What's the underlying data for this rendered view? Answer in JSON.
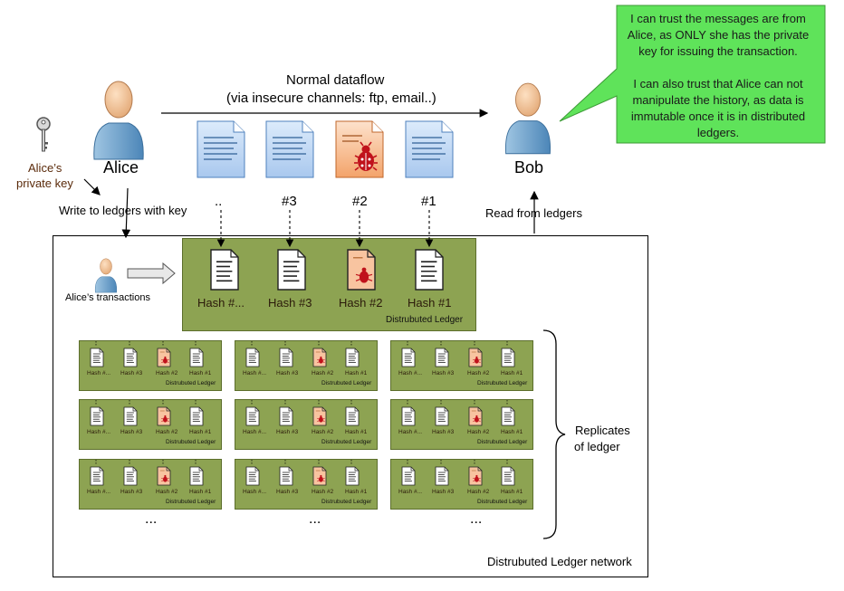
{
  "callout": {
    "line1": "I can trust the messages are from Alice, as ONLY she has the private key for issuing the transaction.",
    "line2": "I can also trust that Alice can not manipulate the history, as data is immutable once it is in distributed ledgers."
  },
  "flow": {
    "title": "Normal dataflow",
    "subtitle": "(via insecure channels: ftp, email..)"
  },
  "actors": {
    "alice": "Alice",
    "bob": "Bob",
    "private_key_line1": "Alice’s",
    "private_key_line2": "private key",
    "write_label": "Write to ledgers with key",
    "read_label": "Read from ledgers",
    "transactions_label": "Alice’s transactions"
  },
  "messages": {
    "labels": [
      "..",
      "#3",
      "#2",
      "#1"
    ]
  },
  "ledger": {
    "hashes": [
      "Hash #...",
      "Hash #3",
      "Hash #2",
      "Hash #1"
    ],
    "name": "Distrubuted Ledger",
    "ellipsis": "..."
  },
  "replicates": {
    "line1": "Replicates",
    "line2": "of ledger"
  },
  "network": {
    "label": "Distrubuted Ledger network"
  },
  "colors": {
    "callout_fill": "#5fe35a",
    "ledger_fill": "#8da352",
    "doc_blue": "#bcd6f3",
    "doc_orange": "#f6b98c",
    "bug_red": "#c0121b"
  }
}
